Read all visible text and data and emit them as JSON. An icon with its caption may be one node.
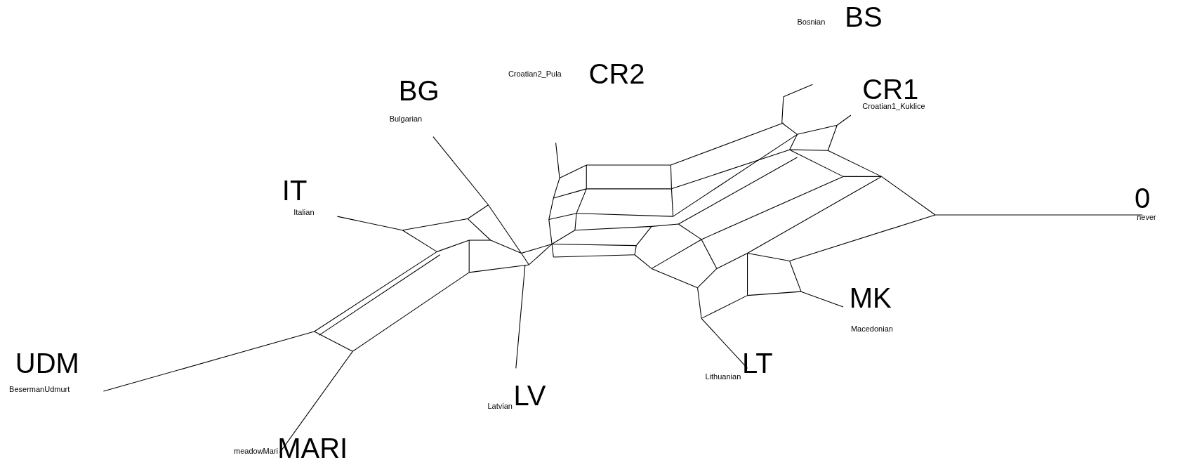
{
  "diagram": {
    "labels": [
      "Bosnian",
      "BS",
      "Croatian2_Pula",
      "CR2",
      "CR1",
      "BG",
      "Croatian1_Kuklice",
      "Bulgarian",
      "IT",
      "0",
      "never",
      "Italian",
      "MK",
      "Macedonian",
      "UDM",
      "Lithuanian",
      "LT",
      "Latvian",
      "LV",
      "BesermanUdmurt",
      "meadowMari",
      "MARI"
    ]
  }
}
